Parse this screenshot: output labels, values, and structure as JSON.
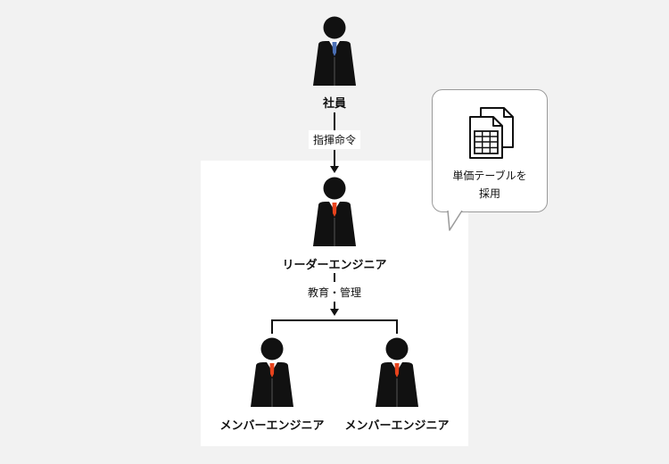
{
  "diagram": {
    "top_person": {
      "label": "社員",
      "tie_color": "#4a6fb5"
    },
    "edge_top": {
      "label": "指揮命令"
    },
    "leader": {
      "label": "リーダーエンジニア",
      "tie_color": "#e8431c"
    },
    "edge_mid": {
      "label": "教育・管理"
    },
    "members": [
      {
        "label": "メンバーエンジニア",
        "tie_color": "#e8431c"
      },
      {
        "label": "メンバーエンジニア",
        "tie_color": "#e8431c"
      }
    ]
  },
  "callout": {
    "icon": "spreadsheet-documents-icon",
    "line1": "単価テーブルを",
    "line2": "採用"
  },
  "colors": {
    "background": "#f2f2f2",
    "panel": "#ffffff",
    "bubble_border": "#9a9a9a"
  }
}
